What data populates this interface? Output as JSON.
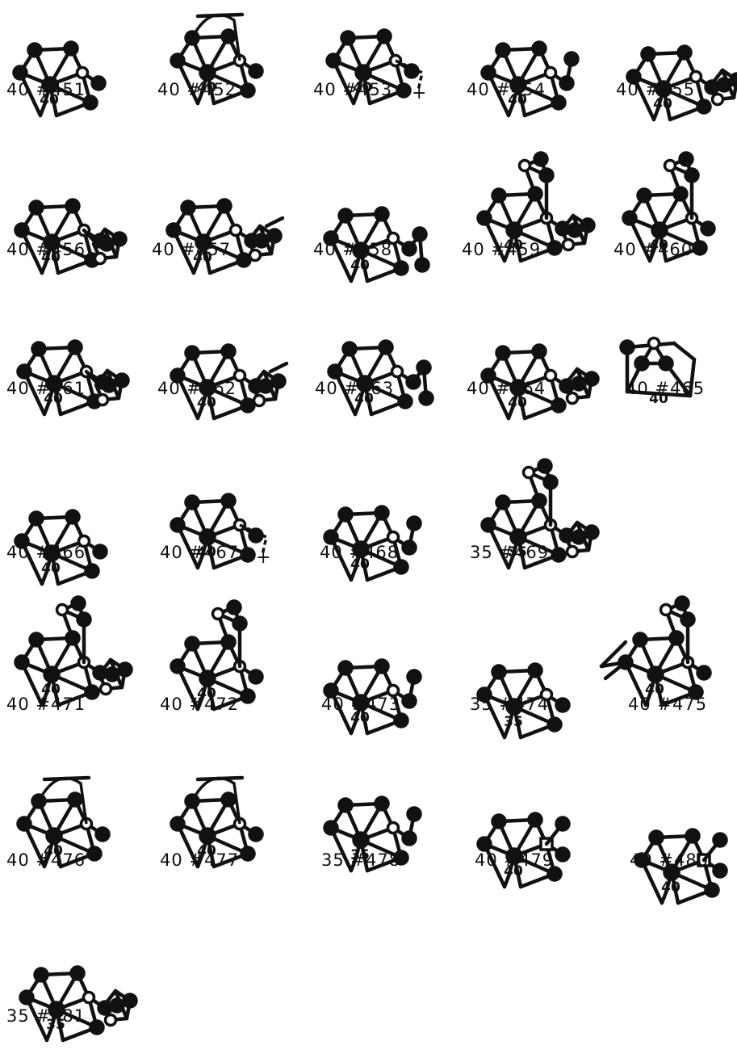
{
  "figures": [
    {
      "label": "40 #451",
      "center": "40",
      "variant": 0
    },
    {
      "label": "40 #452",
      "center": "40",
      "variant": 1
    },
    {
      "label": "40 #453",
      "center": "40",
      "variant": 2
    },
    {
      "label": "40 #454",
      "center": "40",
      "variant": 3
    },
    {
      "label": "40 #455",
      "center": "40",
      "variant": 4
    },
    {
      "label": "40 #456",
      "center": "40",
      "variant": 5
    },
    {
      "label": "40 #457",
      "center": "40",
      "variant": 6
    },
    {
      "label": "40 #458",
      "center": "40",
      "variant": 7
    },
    {
      "label": "40 #459",
      "center": "40",
      "variant": 8
    },
    {
      "label": "40 #460",
      "center": "40",
      "variant": 9
    },
    {
      "label": "40 #461",
      "center": "40",
      "variant": 5
    },
    {
      "label": "40 #462",
      "center": "40",
      "variant": 6
    },
    {
      "label": "40 #463",
      "center": "40",
      "variant": 7
    },
    {
      "label": "40 #464",
      "center": "40",
      "variant": 4
    },
    {
      "label": "40 #465",
      "center": "40",
      "variant": 10
    },
    {
      "label": "40 #466",
      "center": "40",
      "variant": 0
    },
    {
      "label": "40 #467",
      "center": "40",
      "variant": 2
    },
    {
      "label": "40 #468",
      "center": "40",
      "variant": 3
    },
    {
      "label": "35 #469",
      "center": "35",
      "variant": 8
    },
    {
      "label": "40 #471",
      "center": "40",
      "variant": 8
    },
    {
      "label": "40 #472",
      "center": "40",
      "variant": 9
    },
    {
      "label": "40 #473",
      "center": "40",
      "variant": 3
    },
    {
      "label": "35 #474",
      "center": "35",
      "variant": 0
    },
    {
      "label": "40 #475",
      "center": "40",
      "variant": 11
    },
    {
      "label": "40 #476",
      "center": "40",
      "variant": 1
    },
    {
      "label": "40 #477",
      "center": "40",
      "variant": 1
    },
    {
      "label": "35 #478",
      "center": "35",
      "variant": 3
    },
    {
      "label": "40 #479",
      "center": "40",
      "variant": 12
    },
    {
      "label": "40 #480",
      "center": "40",
      "variant": 12
    },
    {
      "label": "35 #481",
      "center": "35",
      "variant": 4
    }
  ]
}
